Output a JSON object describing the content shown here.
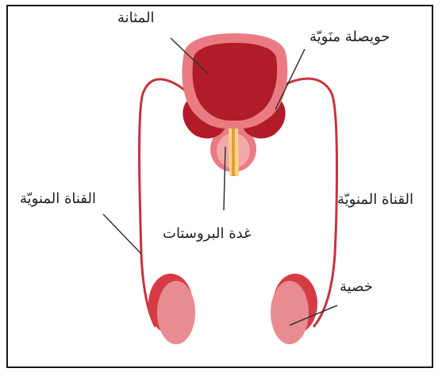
{
  "labels": {
    "bladder": "المثانة",
    "seminal_vesicle": "حويصلة منَويّة",
    "vas_deferens_left": "القناة المنويّة",
    "vas_deferens_right": "القناة المنويّة",
    "prostate": "غدة البروستات",
    "testis": "خصية"
  },
  "colors": {
    "organ_dark": "#b01c28",
    "organ_mid": "#d63b44",
    "organ_light": "#ea7b82",
    "testis_light": "#e98c92",
    "prostate_yellow": "#f7d48a",
    "duct": "#c8323c",
    "leader": "#333333"
  }
}
